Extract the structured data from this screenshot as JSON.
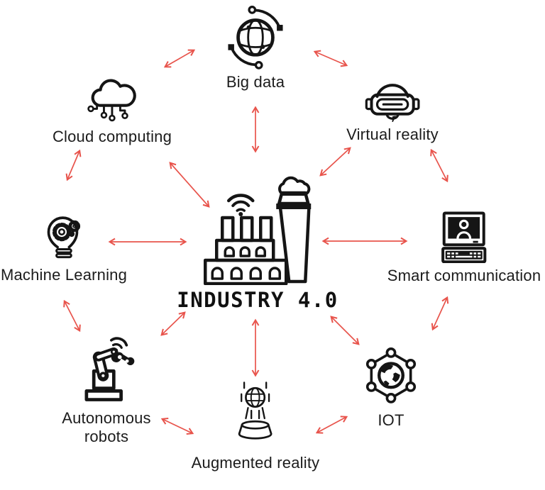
{
  "diagram": {
    "title": "INDUSTRY 4.0",
    "arrow_color": "#e8544c",
    "icon_color": "#151515",
    "text_color": "#1c1c1c",
    "background_color": "#ffffff",
    "center": {
      "label": "INDUSTRY 4.0",
      "icon": "factory-icon"
    },
    "nodes": [
      {
        "id": "big-data",
        "label": "Big data",
        "icon": "big-data-globe-icon"
      },
      {
        "id": "virtual-reality",
        "label": "Virtual reality",
        "icon": "vr-headset-icon"
      },
      {
        "id": "smart-communication",
        "label": "Smart communication",
        "icon": "computer-monitor-icon"
      },
      {
        "id": "iot",
        "label": "IOT",
        "icon": "iot-network-icon"
      },
      {
        "id": "augmented-reality",
        "label": "Augmented reality",
        "icon": "hologram-projector-icon"
      },
      {
        "id": "autonomous-robots",
        "label": "Autonomous robots",
        "icon": "robot-arm-icon"
      },
      {
        "id": "machine-learning",
        "label": "Machine Learning",
        "icon": "lightbulb-gears-icon"
      },
      {
        "id": "cloud-computing",
        "label": "Cloud computing",
        "icon": "cloud-circuit-icon"
      }
    ],
    "connections": [
      {
        "from": "center",
        "to": "big-data"
      },
      {
        "from": "center",
        "to": "virtual-reality"
      },
      {
        "from": "center",
        "to": "smart-communication"
      },
      {
        "from": "center",
        "to": "iot"
      },
      {
        "from": "center",
        "to": "augmented-reality"
      },
      {
        "from": "center",
        "to": "autonomous-robots"
      },
      {
        "from": "center",
        "to": "machine-learning"
      },
      {
        "from": "center",
        "to": "cloud-computing"
      },
      {
        "from": "cloud-computing",
        "to": "big-data"
      },
      {
        "from": "big-data",
        "to": "virtual-reality"
      },
      {
        "from": "virtual-reality",
        "to": "smart-communication"
      },
      {
        "from": "smart-communication",
        "to": "iot"
      },
      {
        "from": "iot",
        "to": "augmented-reality"
      },
      {
        "from": "augmented-reality",
        "to": "autonomous-robots"
      },
      {
        "from": "autonomous-robots",
        "to": "machine-learning"
      },
      {
        "from": "machine-learning",
        "to": "cloud-computing"
      }
    ]
  }
}
